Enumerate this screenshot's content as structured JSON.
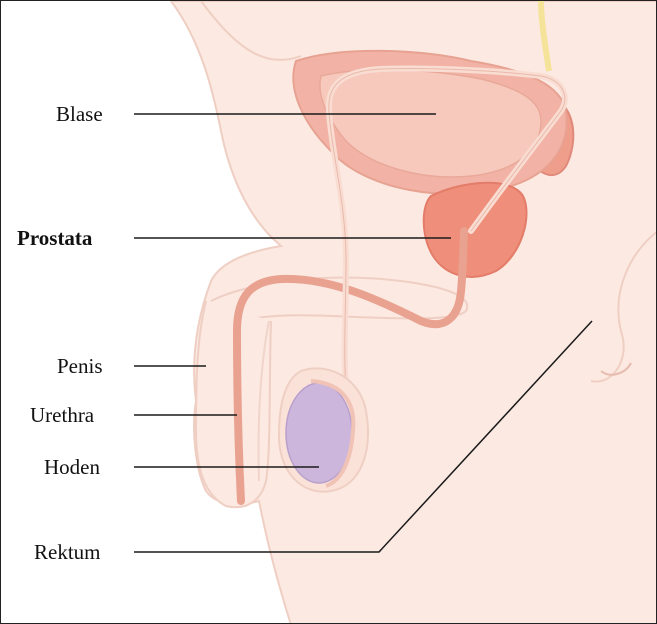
{
  "labels": [
    {
      "key": "blase",
      "text": "Blase",
      "bold": false
    },
    {
      "key": "prostata",
      "text": "Prostata",
      "bold": true
    },
    {
      "key": "penis",
      "text": "Penis",
      "bold": false
    },
    {
      "key": "urethra",
      "text": "Urethra",
      "bold": false
    },
    {
      "key": "hoden",
      "text": "Hoden",
      "bold": false
    },
    {
      "key": "rektum",
      "text": "Rektum",
      "bold": false
    }
  ],
  "colors": {
    "skin": "#fbe9e2",
    "skin_outline": "#efcfc3",
    "bladder": "#f2b3a6",
    "bladder_inner": "#f7c9bd",
    "prostate": "#ef8e7a",
    "urethra": "#e9a290",
    "testis": "#cdb6dc",
    "ureter_yellow": "#f6e39a",
    "leader_line": "#1a1a1a"
  }
}
